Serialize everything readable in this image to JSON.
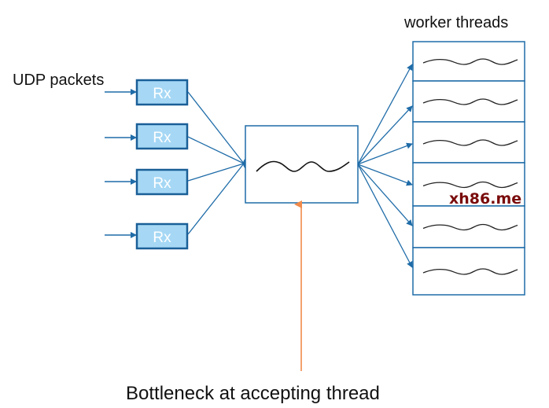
{
  "diagram": {
    "input_label": "UDP packets",
    "workers_label": "worker threads",
    "caption": "Bottleneck at accepting thread",
    "receivers": [
      {
        "label": "Rx"
      },
      {
        "label": "Rx"
      },
      {
        "label": "Rx"
      },
      {
        "label": "Rx"
      }
    ],
    "accepting_thread": {
      "icon": "thread-wave-icon"
    },
    "workers": [
      {
        "icon": "thread-wave-icon"
      },
      {
        "icon": "thread-wave-icon"
      },
      {
        "icon": "thread-wave-icon"
      },
      {
        "icon": "thread-wave-icon"
      },
      {
        "icon": "thread-wave-icon"
      },
      {
        "icon": "thread-wave-icon"
      }
    ],
    "watermark": "xh86.me",
    "colors": {
      "line": "#1f6ca8",
      "rx_fill": "#a6d8f5",
      "rx_border": "#1a5f97",
      "bottleneck_arrow": "#f08a4b",
      "watermark": "#7a0b0b"
    }
  }
}
